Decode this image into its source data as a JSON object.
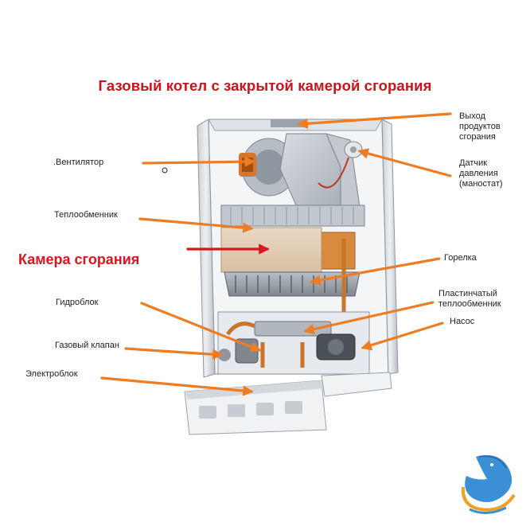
{
  "title": "Газовый котел с закрытой камерой сгорания",
  "combustion_chamber": "Камера сгорания",
  "labels": {
    "fan": ".Вентилятор",
    "heat_exchanger": "Теплообменник",
    "hydro_block": "Гидроблок",
    "gas_valve": "Газовый клапан",
    "electro_block": "Электроблок",
    "flue_outlet_1": "Выход",
    "flue_outlet_2": "продуктов",
    "flue_outlet_3": "сгорания",
    "pressure_sensor_1": "Датчик",
    "pressure_sensor_2": "давления",
    "pressure_sensor_3": "(маностат)",
    "burner": "Горелка",
    "plate_hx_1": "Пластинчатый",
    "plate_hx_2": "теплообменник",
    "pump": "Насос"
  },
  "colors": {
    "title": "#c8141b",
    "arrow_orange": "#ee7c22",
    "arrow_red": "#d8161c",
    "logo_blue": "#3b8fd4",
    "logo_orange": "#f0a020"
  },
  "logo_icon": "dolphin-logo"
}
